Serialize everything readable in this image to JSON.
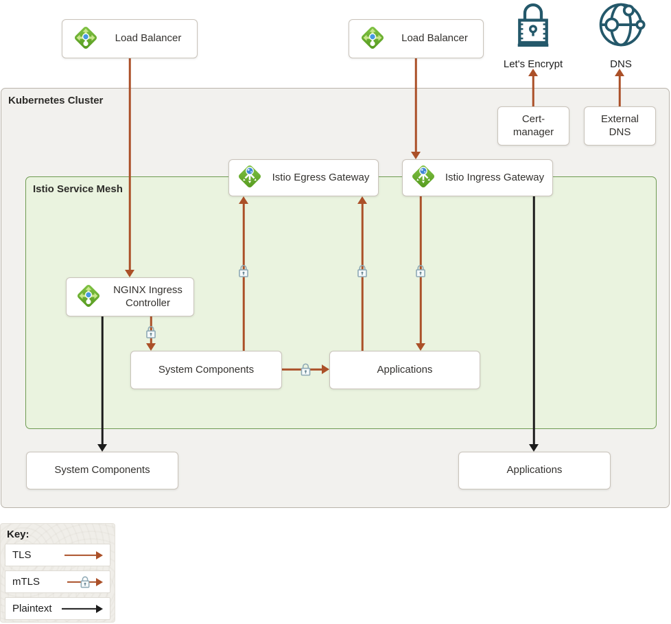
{
  "cluster_label": "Kubernetes Cluster",
  "mesh_label": "Istio Service Mesh",
  "nodes": {
    "load_balancer_left": {
      "label": "Load Balancer"
    },
    "load_balancer_right": {
      "label": "Load Balancer"
    },
    "lets_encrypt": {
      "label": "Let's Encrypt"
    },
    "dns": {
      "label": "DNS"
    },
    "cert_manager": {
      "label": "Cert-manager"
    },
    "external_dns": {
      "label": "External DNS"
    },
    "istio_egress_gateway": {
      "label": "Istio Egress Gateway"
    },
    "istio_ingress_gateway": {
      "label": "Istio Ingress Gateway"
    },
    "nginx_ingress_controller": {
      "label": "NGINX Ingress Controller"
    },
    "system_components_mesh": {
      "label": "System Components"
    },
    "applications_mesh": {
      "label": "Applications"
    },
    "system_components_outside": {
      "label": "System Components"
    },
    "applications_outside": {
      "label": "Applications"
    }
  },
  "edges": [
    {
      "from": "load_balancer_left",
      "to": "nginx_ingress_controller",
      "type": "TLS"
    },
    {
      "from": "load_balancer_right",
      "to": "istio_ingress_gateway",
      "type": "TLS"
    },
    {
      "from": "cert_manager",
      "to": "lets_encrypt",
      "type": "TLS"
    },
    {
      "from": "external_dns",
      "to": "dns",
      "type": "TLS"
    },
    {
      "from": "system_components_mesh",
      "to": "istio_egress_gateway",
      "type": "mTLS"
    },
    {
      "from": "applications_mesh",
      "to": "istio_egress_gateway",
      "type": "mTLS"
    },
    {
      "from": "istio_ingress_gateway",
      "to": "applications_mesh",
      "type": "mTLS"
    },
    {
      "from": "nginx_ingress_controller",
      "to": "system_components_mesh",
      "type": "mTLS"
    },
    {
      "from": "system_components_mesh",
      "to": "applications_mesh",
      "type": "mTLS"
    },
    {
      "from": "nginx_ingress_controller",
      "to": "system_components_outside",
      "type": "Plaintext"
    },
    {
      "from": "istio_ingress_gateway",
      "to": "applications_outside",
      "type": "Plaintext"
    }
  ],
  "legend": {
    "title": "Key:",
    "items": [
      {
        "label": "TLS",
        "type": "tls"
      },
      {
        "label": "mTLS",
        "type": "mtls"
      },
      {
        "label": "Plaintext",
        "type": "plaintext"
      }
    ]
  },
  "icons": {
    "load_balancer": "k8s-diamond-arrows-icon",
    "istio_gateway": "istio-gateway-globe-icon",
    "lets_encrypt": "padlock-icon",
    "dns": "globe-network-icon",
    "mtls_marker": "small-padlock-icon"
  },
  "colors": {
    "tls_arrow": "#ab5028",
    "plaintext_arrow": "#1b1b1b",
    "cluster_fill": "#f2f1ee",
    "mesh_fill": "#eaf3df",
    "mesh_border": "#6d9a50",
    "icon_teal": "#24586a",
    "icon_green": "#66ad2c",
    "icon_blue": "#4698e0"
  }
}
